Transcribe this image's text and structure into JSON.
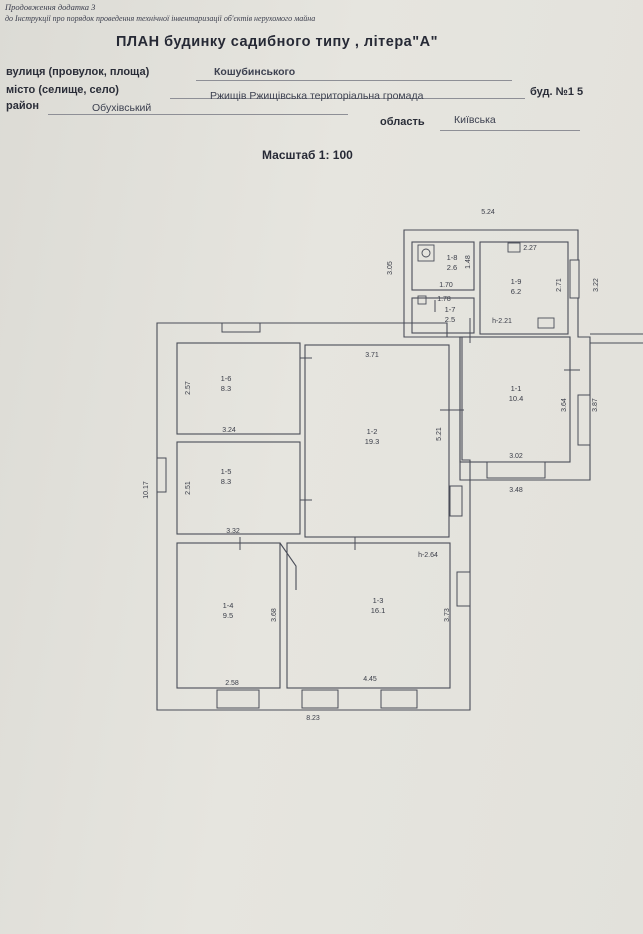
{
  "header": {
    "note1": "Продовження додатка 3",
    "note2": "до Інструкції про порядок проведення технічної інвентаризації об'єктів нерухомого майна",
    "title": "ПЛАН  будинку садибного типу , літера\"А\""
  },
  "address": {
    "street_label": "вулиця (провулок, площа)",
    "street_value": "Кошубинського",
    "house_label": "буд. №1 5",
    "city_label": "місто (селище, село)",
    "city_value": "Ржищів  Ржищівська територіальна громада",
    "district_label": "район",
    "district_value": "Обухівський",
    "oblast_label": "область",
    "oblast_value": "Київська"
  },
  "scale": "Масштаб 1: 100",
  "plan": {
    "rooms": [
      {
        "id": "1-1",
        "area": "10.4"
      },
      {
        "id": "1-2",
        "area": "19.3"
      },
      {
        "id": "1-3",
        "area": "16.1"
      },
      {
        "id": "1-4",
        "area": "9.5"
      },
      {
        "id": "1-5",
        "area": "8.3"
      },
      {
        "id": "1-6",
        "area": "8.3"
      },
      {
        "id": "1-7",
        "area": "2.5"
      },
      {
        "id": "1-8",
        "area": "2.6"
      },
      {
        "id": "1-9",
        "area": "6.2"
      }
    ],
    "dimensions": [
      "5.24",
      "3.05",
      "3.22",
      "1.48",
      "1.70",
      "1.78",
      "2.27",
      "2.71",
      "h-2.21",
      "3.71",
      "2.57",
      "3.24",
      "5.21",
      "3.64",
      "3.87",
      "3.02",
      "3.48",
      "10.17",
      "2.51",
      "3.32",
      "h-2.64",
      "3.68",
      "3.73",
      "2.58",
      "4.45",
      "8.23"
    ]
  }
}
